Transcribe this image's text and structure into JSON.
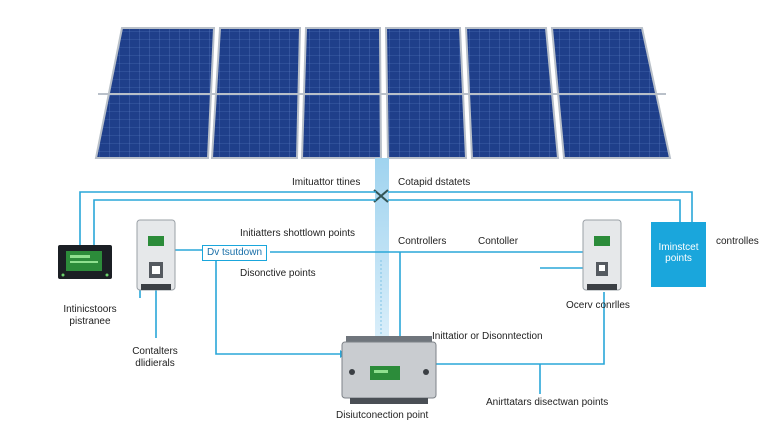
{
  "labels": {
    "top_left": "Imituattor ttines",
    "top_right": "Cotapid dstatets",
    "shutdown_points": "Initiatters shottlown points",
    "dv_tag": "Dv tsutdown",
    "disonctive": "Disonctive points",
    "controllers": "Controllers",
    "controller": "Contoller",
    "instruction_box_line1": "Iminstcet",
    "instruction_box_line2": "points",
    "controlles_right": "controlles",
    "left_device_line1": "Intinicstoors",
    "left_device_line2": "pistranee",
    "contalters_line1": "Contalters",
    "contalters_line2": "dlidierals",
    "ocerv": "Ocerv conrlles",
    "initiation": "Inittatior or Disonntection",
    "bottom_center": "Disiutconection point",
    "bottom_right": "Anirttatars disectwan points"
  },
  "colors": {
    "panel": "#1f3f8a",
    "panel_frame": "#9aa4b0",
    "line": "#2aa7d8",
    "box_blue": "#1aa6dc",
    "device": "#e6e8ea",
    "screen": "#2c8c3a"
  },
  "icons": {
    "solar_panel": "solar-panel-icon",
    "inverter": "inverter-icon",
    "monitor": "monitor-icon",
    "junction": "disconnect-box-icon"
  }
}
